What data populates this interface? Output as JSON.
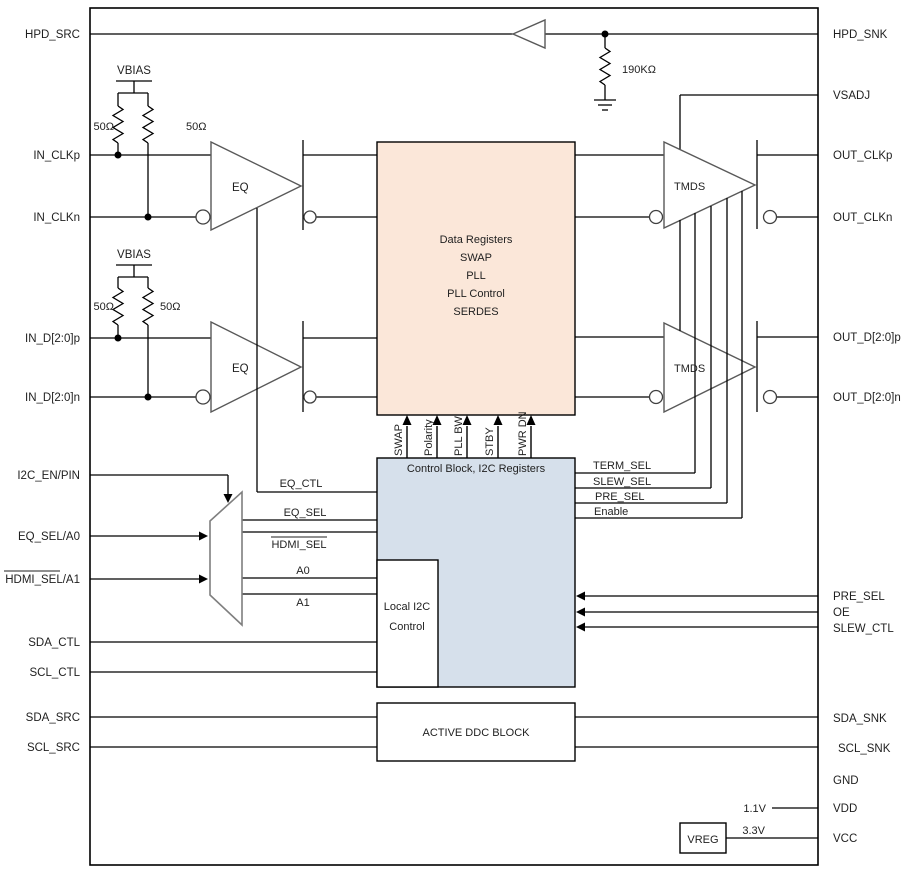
{
  "pins": {
    "left": [
      "HPD_SRC",
      "IN_CLKp",
      "IN_CLKn",
      "IN_D[2:0]p",
      "IN_D[2:0]n",
      "I2C_EN/PIN",
      "EQ_SEL/A0",
      "HDMI_SEL/A1",
      "SDA_CTL",
      "SCL_CTL",
      "SDA_SRC",
      "SCL_SRC"
    ],
    "right": [
      "HPD_SNK",
      "VSADJ",
      "OUT_CLKp",
      "OUT_CLKn",
      "OUT_D[2:0]p",
      "OUT_D[2:0]n",
      "PRE_SEL",
      "OE",
      "SLEW_CTL",
      "SDA_SNK",
      "SCL_SNK",
      "GND",
      "VDD",
      "VCC"
    ]
  },
  "blocks": {
    "data_registers": {
      "lines": [
        "Data Registers",
        "SWAP",
        "PLL",
        "PLL Control",
        "SERDES"
      ]
    },
    "control_block": {
      "title": "Control Block, I2C Registers"
    },
    "local_i2c": {
      "lines": [
        "Local I2C",
        "Control"
      ]
    },
    "ddc": {
      "label": "ACTIVE DDC BLOCK"
    },
    "vreg": {
      "label": "VREG"
    }
  },
  "amplifiers": {
    "eq": "EQ",
    "tmds": "TMDS"
  },
  "signals": {
    "vertical_to_data_block": [
      "SWAP",
      "Polarity",
      "PLL BW",
      "STBY",
      "PWR DN"
    ],
    "eq_ctl": "EQ_CTL",
    "mux_outputs": [
      "EQ_SEL",
      "HDMI_SEL",
      "A0",
      "A1"
    ],
    "control_outputs": [
      "TERM_SEL",
      "SLEW_SEL",
      "PRE_SEL",
      "Enable"
    ]
  },
  "components": {
    "vbias": "VBIAS",
    "r50": "50Ω",
    "r190k": "190KΩ",
    "v11": "1.1V",
    "v33": "3.3V"
  },
  "colors": {
    "data_block_fill": "#FBE7D9",
    "control_block_fill": "#D6E0EB",
    "wire": "#000000",
    "amp_stroke": "#595959"
  }
}
